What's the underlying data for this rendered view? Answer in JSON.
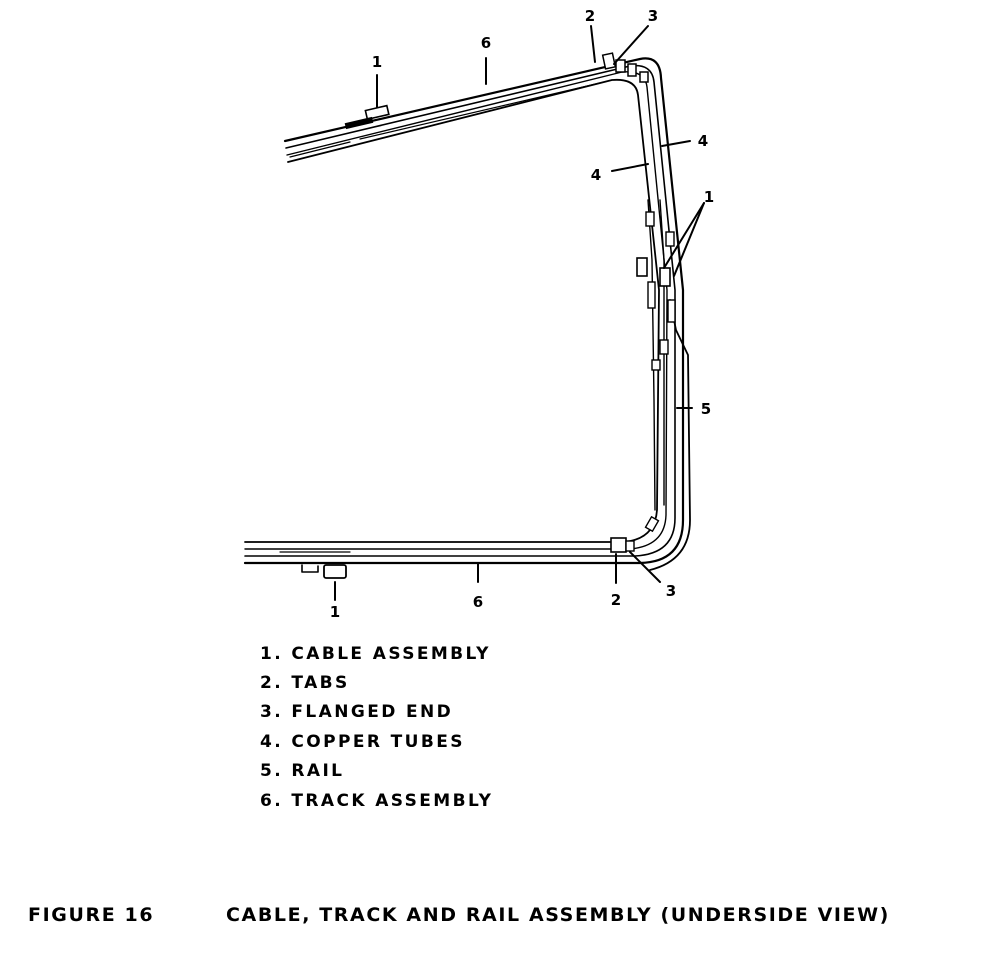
{
  "callouts": {
    "top_1": "1",
    "top_6": "6",
    "top_2": "2",
    "top_3": "3",
    "right_4_outer": "4",
    "left_4_inner": "4",
    "right_1": "1",
    "right_5": "5",
    "bottom_1": "1",
    "bottom_6": "6",
    "bottom_2": "2",
    "bottom_3": "3"
  },
  "legend": [
    "1. CABLE ASSEMBLY",
    "2. TABS",
    "3. FLANGED END",
    "4. COPPER TUBES",
    "5. RAIL",
    "6. TRACK ASSEMBLY"
  ],
  "caption": {
    "figure_label": "FIGURE 16",
    "title": "CABLE, TRACK AND RAIL ASSEMBLY (UNDERSIDE VIEW)"
  }
}
